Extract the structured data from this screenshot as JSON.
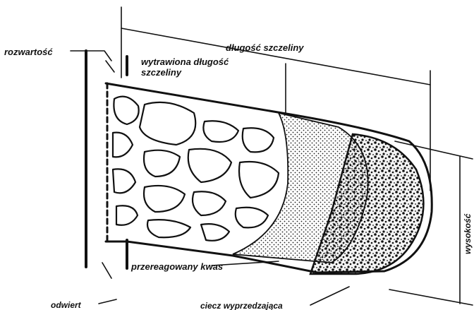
{
  "labels": {
    "rozwartosc": "rozwartość",
    "dlugosc_szczeliny": "długość szczeliny",
    "wytrawiona_line1": "wytrawiona długość",
    "wytrawiona_line2": "szczeliny",
    "wysokosc": "wysokość",
    "przereagowany_kwas": "przereagowany kwas",
    "odwiert": "odwiert",
    "ciecz_wyprzedzajaca": "ciecz wyprzedzająca"
  },
  "colors": {
    "ink": "#111111",
    "background": "#ffffff"
  }
}
